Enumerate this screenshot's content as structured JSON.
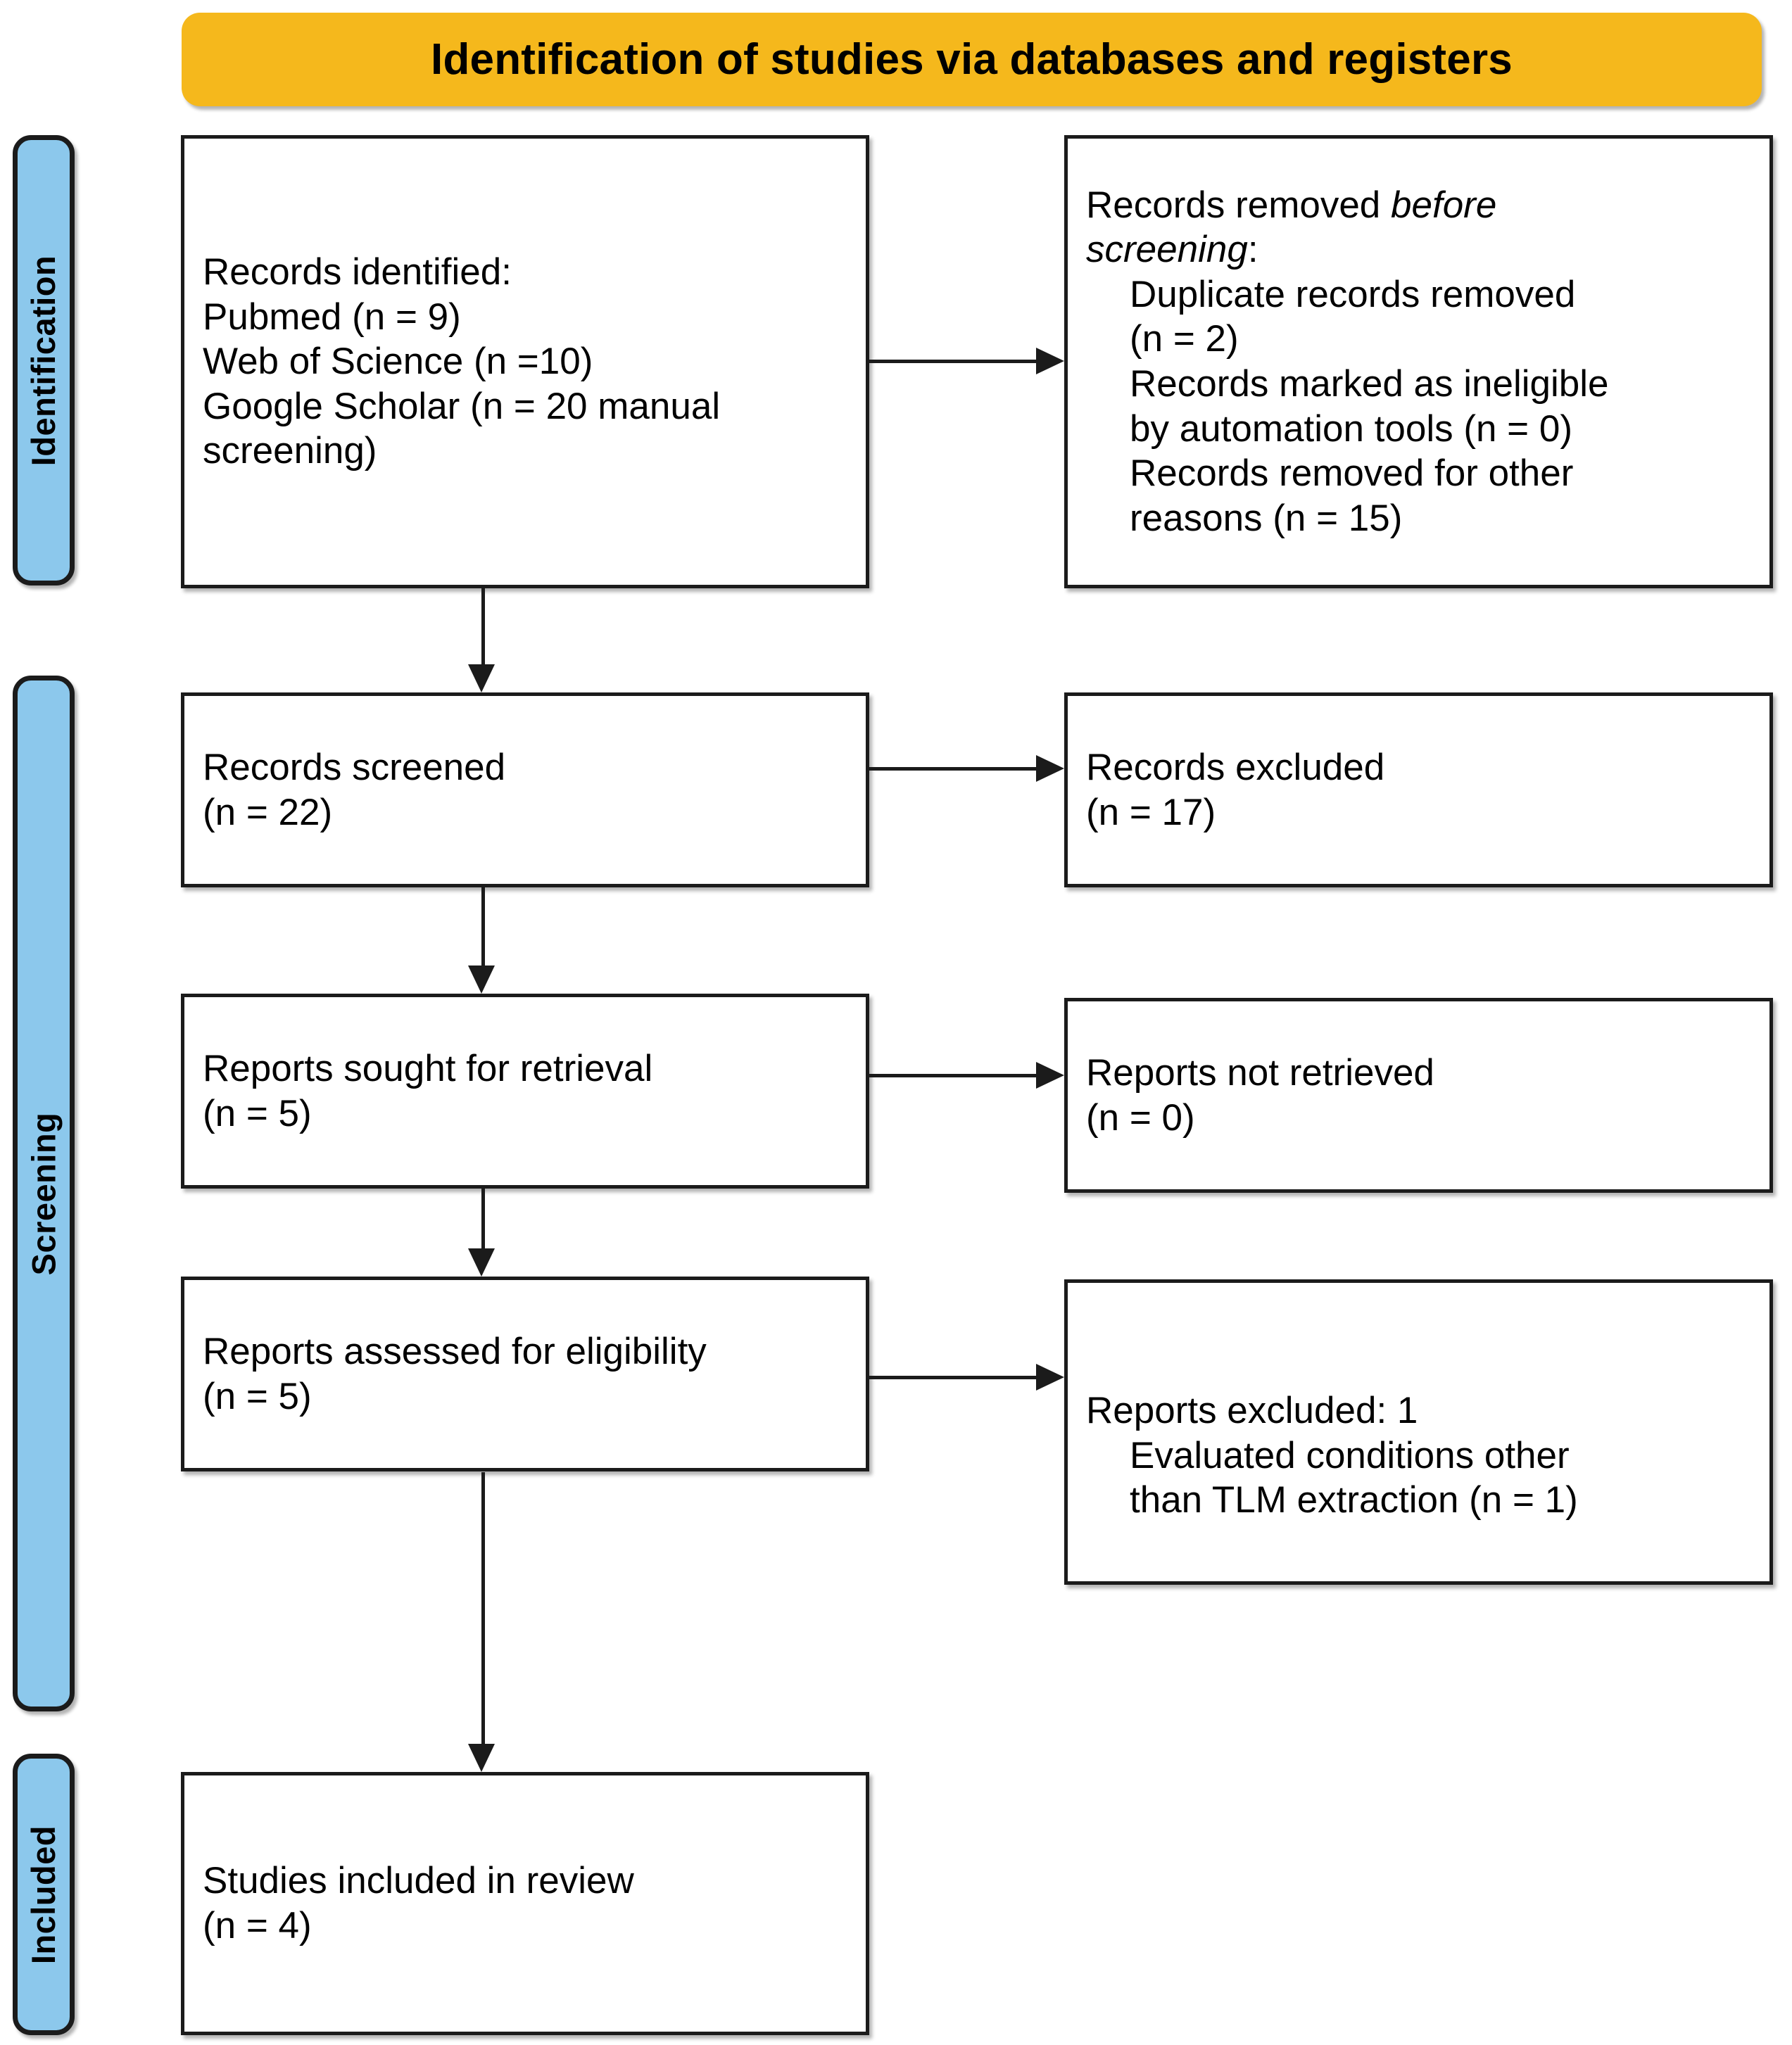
{
  "banner": {
    "title": "Identification of studies via databases and registers",
    "color": "#F5B81C"
  },
  "stages": {
    "color": "#8CC8EC",
    "identification": "Identification",
    "screening": "Screening",
    "included": "Included"
  },
  "boxes": {
    "records_identified": {
      "line1": "Records identified:",
      "line2": "Pubmed (n = 9)",
      "line3": "Web of Science (n =10)",
      "line4": "Google Scholar (n = 20 manual",
      "line5": "screening)"
    },
    "records_removed": {
      "line1": "Records removed ",
      "line1_italic": "before",
      "line2_italic": "screening",
      "line2_tail": ":",
      "line3": "Duplicate records removed",
      "line4": "(n = 2)",
      "line5": "Records marked as ineligible",
      "line6": "by automation tools (n = 0)",
      "line7": "Records removed for other",
      "line8": "reasons (n = 15)"
    },
    "records_screened": {
      "line1": "Records screened",
      "line2": "(n = 22)"
    },
    "records_excluded": {
      "line1": "Records excluded",
      "line2": "(n = 17)"
    },
    "reports_sought": {
      "line1": "Reports sought for retrieval",
      "line2": "(n = 5)"
    },
    "reports_not_retrieved": {
      "line1": "Reports not retrieved",
      "line2": "(n = 0)"
    },
    "reports_assessed": {
      "line1": "Reports assessed for eligibility",
      "line2": "(n = 5)"
    },
    "reports_excluded": {
      "line1": "Reports excluded: 1",
      "line2": "Evaluated conditions other",
      "line3": "than TLM extraction (n = 1)"
    },
    "studies_included": {
      "line1": "Studies included in review",
      "line2": "(n = 4)"
    }
  },
  "chart_data": {
    "type": "diagram",
    "title": "Identification of studies via databases and registers",
    "nodes": [
      {
        "id": "records_identified",
        "stage": "Identification",
        "column": "left",
        "counts": {
          "Pubmed": 9,
          "Web of Science": 10,
          "Google Scholar": 20
        }
      },
      {
        "id": "records_removed",
        "stage": "Identification",
        "column": "right",
        "counts": {
          "Duplicate records removed": 2,
          "Records marked as ineligible by automation tools": 0,
          "Records removed for other reasons": 15
        }
      },
      {
        "id": "records_screened",
        "stage": "Screening",
        "column": "left",
        "n": 22
      },
      {
        "id": "records_excluded",
        "stage": "Screening",
        "column": "right",
        "n": 17
      },
      {
        "id": "reports_sought",
        "stage": "Screening",
        "column": "left",
        "n": 5
      },
      {
        "id": "reports_not_retrieved",
        "stage": "Screening",
        "column": "right",
        "n": 0
      },
      {
        "id": "reports_assessed",
        "stage": "Screening",
        "column": "left",
        "n": 5
      },
      {
        "id": "reports_excluded",
        "stage": "Screening",
        "column": "right",
        "n": 1,
        "reasons": {
          "Evaluated conditions other than TLM extraction": 1
        }
      },
      {
        "id": "studies_included",
        "stage": "Included",
        "column": "left",
        "n": 4
      }
    ],
    "edges": [
      {
        "from": "records_identified",
        "to": "records_removed",
        "direction": "right"
      },
      {
        "from": "records_identified",
        "to": "records_screened",
        "direction": "down"
      },
      {
        "from": "records_screened",
        "to": "records_excluded",
        "direction": "right"
      },
      {
        "from": "records_screened",
        "to": "reports_sought",
        "direction": "down"
      },
      {
        "from": "reports_sought",
        "to": "reports_not_retrieved",
        "direction": "right"
      },
      {
        "from": "reports_sought",
        "to": "reports_assessed",
        "direction": "down"
      },
      {
        "from": "reports_assessed",
        "to": "reports_excluded",
        "direction": "right"
      },
      {
        "from": "reports_assessed",
        "to": "studies_included",
        "direction": "down"
      }
    ]
  }
}
